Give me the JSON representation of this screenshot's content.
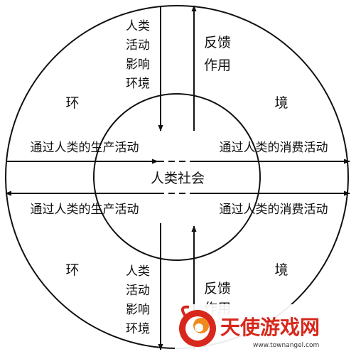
{
  "diagram": {
    "center_label": "人类社会",
    "environment_left": "环",
    "environment_right": "境",
    "left_process": "通过人类的生产活动",
    "right_process": "通过人类的消费活动",
    "human_influence": [
      "人类",
      "活动",
      "影响",
      "环境"
    ],
    "feedback": [
      "反馈",
      "作用"
    ]
  },
  "watermark": {
    "logo_text": "天使游戏网",
    "url": "www.townangel.com",
    "colors": {
      "logo_red": "#d8271c",
      "logo_orange": "#f08a1c"
    }
  }
}
